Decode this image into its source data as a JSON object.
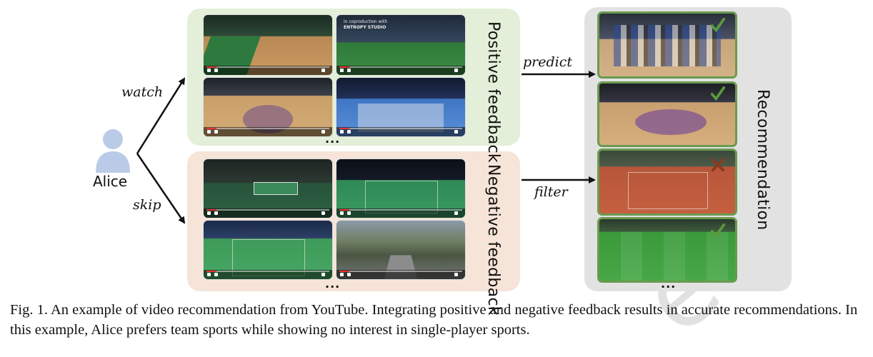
{
  "user": {
    "name": "Alice"
  },
  "actions": {
    "watch": "watch",
    "skip": "skip",
    "predict": "predict",
    "filter": "filter"
  },
  "panels": {
    "positive": {
      "label": "Positive feedback"
    },
    "negative": {
      "label": "Negative feedback"
    },
    "recommendation": {
      "label": "Recommendation"
    }
  },
  "ellipsis": "...",
  "thumbnails": {
    "positive": [
      {
        "sport": "basketball",
        "overlay": ""
      },
      {
        "sport": "soccer",
        "overlay": "in coproduction with\nENTROPY STUDIO"
      },
      {
        "sport": "basketball",
        "overlay": ""
      },
      {
        "sport": "volleyball",
        "overlay": ""
      }
    ],
    "negative": [
      {
        "sport": "table tennis",
        "overlay": ""
      },
      {
        "sport": "badminton",
        "overlay": ""
      },
      {
        "sport": "badminton",
        "overlay": ""
      },
      {
        "sport": "running",
        "overlay": ""
      }
    ],
    "recommendation": [
      {
        "sport": "basketball",
        "status": "accepted"
      },
      {
        "sport": "basketball",
        "status": "accepted"
      },
      {
        "sport": "tennis",
        "status": "rejected"
      },
      {
        "sport": "soccer",
        "status": "accepted"
      }
    ]
  },
  "caption": "Fig. 1.  An example of video recommendation from YouTube. Integrating positive and negative feedback results in accurate recommendations. In this example, Alice prefers team sports while showing no interest in single-player sports.",
  "colors": {
    "positive_bg": "#e3efd8",
    "negative_bg": "#f6e4d8",
    "recommendation_bg": "#e2e2e2",
    "accepted": "#5a9a3c",
    "rejected": "#8b3a22"
  }
}
